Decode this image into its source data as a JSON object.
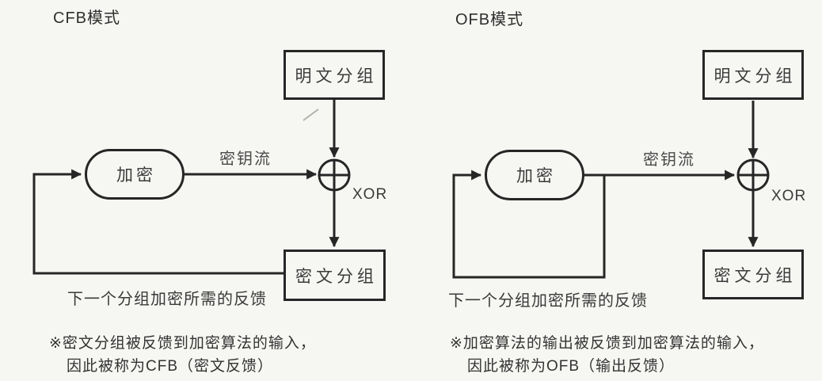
{
  "page": {
    "background_color": "#f6f6f3",
    "line_color": "#262626",
    "text_color": "#333333",
    "pen_mark_color": "#b3b1ab"
  },
  "cfb": {
    "title": "CFB模式",
    "plaintext_label": "明文分组",
    "encrypt_label": "加密",
    "keystream_label": "密钥流",
    "xor_label": "XOR",
    "ciphertext_label": "密文分组",
    "feedback_caption": "下一个分组加密所需的反馈",
    "note_line1": "※密文分组被反馈到加密算法的输入，",
    "note_line2": "因此被称为CFB（密文反馈）"
  },
  "ofb": {
    "title": "OFB模式",
    "plaintext_label": "明文分组",
    "encrypt_label": "加密",
    "keystream_label": "密钥流",
    "xor_label": "XOR",
    "ciphertext_label": "密文分组",
    "feedback_caption": "下一个分组加密所需的反馈",
    "note_line1": "※加密算法的输出被反馈到加密算法的输入，",
    "note_line2": "因此被称为OFB（输出反馈）"
  }
}
